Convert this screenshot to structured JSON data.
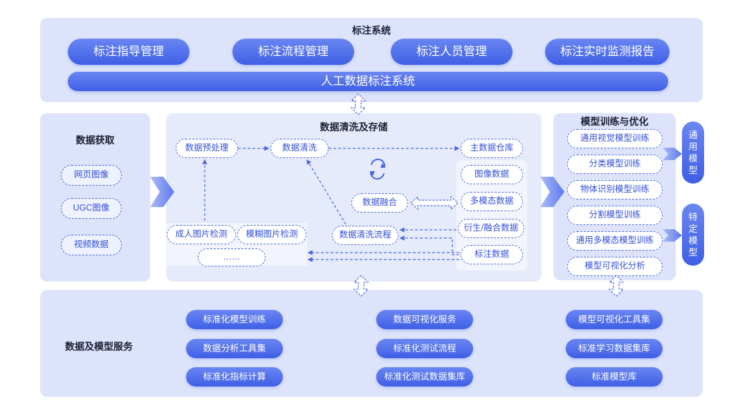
{
  "top": {
    "title": "标注系统",
    "buttons": [
      "标注指导管理",
      "标注流程管理",
      "标注人员管理",
      "标注实时监测报告"
    ],
    "bar": "人工数据标注系统"
  },
  "acquire": {
    "title": "数据获取",
    "items": [
      "网页图像",
      "UGC图像",
      "视频数据"
    ]
  },
  "clean": {
    "title": "数据清洗及存储",
    "preprocess": "数据预处理",
    "wash": "数据清洗",
    "warehouse": "主数据仓库",
    "image_data": "图像数据",
    "fusion": "数据融合",
    "multimodal": "多模态数据",
    "derived": "衍生/融合数据",
    "flow": "数据清洗流程",
    "label_data": "标注数据",
    "adult": "成人图片检测",
    "blur": "模糊图片检测",
    "more": "……"
  },
  "train": {
    "title": "模型训练与优化",
    "items": [
      "通用视觉模型训练",
      "分类模型训练",
      "物体识别模型训练",
      "分割模型训练",
      "通用多模态模型训练",
      "模型可视化分析"
    ],
    "general_model": [
      "通",
      "用",
      "模",
      "型"
    ],
    "specific_model": [
      "特",
      "定",
      "模",
      "型"
    ]
  },
  "service": {
    "title": "数据及模型服务",
    "col1": [
      "标准化模型训练",
      "数据分析工具集",
      "标准化指标计算"
    ],
    "col2": [
      "数据可视化服务",
      "标准化测试流程",
      "标准化测试数据集库"
    ],
    "col3": [
      "模型可视化工具集",
      "标准学习数据集库",
      "标准模型库"
    ]
  },
  "colors": {
    "accent": "#4a66e2",
    "panel": "#dce3fb",
    "pill_gradient_top": "#6a86f2",
    "pill_gradient_bottom": "#3e5fe6"
  }
}
